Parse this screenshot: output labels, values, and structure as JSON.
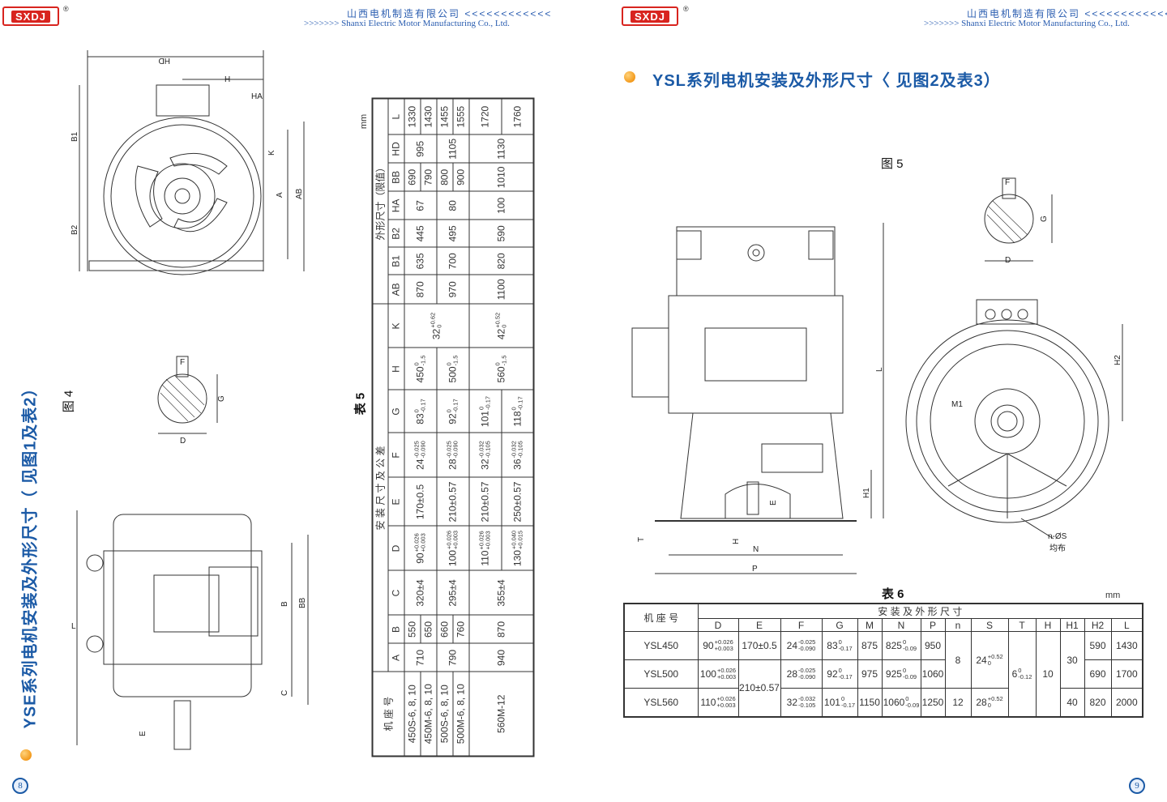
{
  "header": {
    "logo_text": "SXDJ",
    "registered": "®",
    "company_cn": "山西电机制造有限公司 <<<<<<<<<<<<",
    "company_en": ">>>>>>> Shanxi Electric Motor Manufacturing Co., Ltd."
  },
  "left_page": {
    "title": "YSE系列电机安装及外形尺寸（ 见图1及表2）",
    "figure_caption": "图 4",
    "table_caption": "表 5",
    "unit": "mm",
    "page_number": "8",
    "drawing_labels": [
      "HD",
      "H",
      "HA",
      "B1",
      "B2",
      "K",
      "A",
      "AB",
      "F",
      "G",
      "D",
      "L",
      "B",
      "BB",
      "C",
      "E"
    ]
  },
  "table5": {
    "header1": [
      {
        "t": "机 座 号",
        "rs": 2
      },
      {
        "t": "安  装  尺  寸  及  公  差",
        "cs": 9
      },
      {
        "t": "外形尺寸（限值）",
        "cs": 7
      }
    ],
    "header2": [
      "A",
      "B",
      "C",
      "D",
      "E",
      "F",
      "G",
      "H",
      "K",
      "AB",
      "B1",
      "B2",
      "HA",
      "BB",
      "HD",
      "L"
    ],
    "rows": [
      [
        {
          "t": "450S-6, 8, 10"
        },
        {
          "t": "710",
          "rs": 2
        },
        {
          "t": "550"
        },
        {
          "t": "320±4",
          "rs": 2
        },
        {
          "v": "90",
          "u": "+0.026",
          "l": "+0.003",
          "rs": 2
        },
        {
          "t": "170±0.5",
          "rs": 2
        },
        {
          "v": "24",
          "u": "-0.025",
          "l": "-0.090",
          "rs": 2
        },
        {
          "v": "83",
          "u": "0",
          "l": "-0.17",
          "rs": 2
        },
        {
          "v": "450",
          "u": "0",
          "l": "-1.5",
          "rs": 2
        },
        {
          "v": "32",
          "u": "+0.62",
          "l": "0",
          "rs": 4
        },
        {
          "t": "870",
          "rs": 2
        },
        {
          "t": "635",
          "rs": 2
        },
        {
          "t": "445",
          "rs": 2
        },
        {
          "t": "67",
          "rs": 2
        },
        {
          "t": "690"
        },
        {
          "t": "995",
          "rs": 2
        },
        {
          "t": "1330"
        }
      ],
      [
        {
          "t": "450M-6, 8, 10"
        },
        {
          "t": "650"
        },
        {
          "t": "790"
        },
        {
          "t": "1430"
        }
      ],
      [
        {
          "t": "500S-6, 8, 10"
        },
        {
          "t": "790",
          "rs": 2
        },
        {
          "t": "660"
        },
        {
          "t": "295±4",
          "rs": 2
        },
        {
          "v": "100",
          "u": "+0.026",
          "l": "+0.003",
          "rs": 2
        },
        {
          "t": "210±0.57",
          "rs": 2
        },
        {
          "v": "28",
          "u": "-0.025",
          "l": "-0.090",
          "rs": 2
        },
        {
          "v": "92",
          "u": "0",
          "l": "-0.17",
          "rs": 2
        },
        {
          "v": "500",
          "u": "0",
          "l": "-1.5",
          "rs": 2
        },
        {
          "t": "970",
          "rs": 2
        },
        {
          "t": "700",
          "rs": 2
        },
        {
          "t": "495",
          "rs": 2
        },
        {
          "t": "80",
          "rs": 2
        },
        {
          "t": "800"
        },
        {
          "t": "1105",
          "rs": 2
        },
        {
          "t": "1455"
        }
      ],
      [
        {
          "t": "500M-6, 8, 10"
        },
        {
          "t": "760"
        },
        {
          "t": "900"
        },
        {
          "t": "1555"
        }
      ],
      [
        {
          "t": "560M-12",
          "rs": 2
        },
        {
          "t": "940",
          "rs": 2
        },
        {
          "t": "870",
          "rs": 2
        },
        {
          "t": "355±4",
          "rs": 2
        },
        {
          "v": "110",
          "u": "+0.026",
          "l": "+0.003"
        },
        {
          "t": "210±0.57"
        },
        {
          "v": "32",
          "u": "-0.032",
          "l": "-0.105"
        },
        {
          "v": "101",
          "u": "0",
          "l": "-0.17"
        },
        {
          "v": "560",
          "u": "0",
          "l": "-1.5",
          "rs": 2
        },
        {
          "v": "42",
          "u": "+0.52",
          "l": "0",
          "rs": 2
        },
        {
          "t": "1100",
          "rs": 2
        },
        {
          "t": "820",
          "rs": 2
        },
        {
          "t": "590",
          "rs": 2
        },
        {
          "t": "100",
          "rs": 2
        },
        {
          "t": "1010",
          "rs": 2
        },
        {
          "t": "1130",
          "rs": 2
        },
        {
          "t": "1720"
        }
      ],
      [
        {
          "v": "130",
          "u": "+0.040",
          "l": "+0.015"
        },
        {
          "t": "250±0.57"
        },
        {
          "v": "36",
          "u": "-0.032",
          "l": "-0.105"
        },
        {
          "v": "118",
          "u": "0",
          "l": "-0.17"
        },
        {
          "t": "1760"
        }
      ]
    ]
  },
  "right_page": {
    "title": "YSL系列电机安装及外形尺寸〈 见图2及表3）",
    "figure_caption": "图 5",
    "table_caption": "表 6",
    "unit": "mm",
    "page_number": "9",
    "drawing_labels": [
      "F",
      "G",
      "D",
      "L",
      "H1",
      "E",
      "T",
      "H",
      "N",
      "P",
      "H2",
      "M1",
      "n-ØS",
      "均布"
    ]
  },
  "table6": {
    "header1": [
      {
        "t": "机 座 号",
        "rs": 2
      },
      {
        "t": "安    装    及    外    形    尺    寸",
        "cs": 14
      }
    ],
    "header2": [
      "D",
      "E",
      "F",
      "G",
      "M",
      "N",
      "P",
      "n",
      "S",
      "T",
      "H",
      "H1",
      "H2",
      "L"
    ],
    "rows": [
      [
        {
          "t": "YSL450"
        },
        {
          "v": "90",
          "u": "+0.026",
          "l": "+0.003"
        },
        {
          "t": "170±0.5"
        },
        {
          "v": "24",
          "u": "-0.025",
          "l": "-0.090"
        },
        {
          "v": "83",
          "u": "0",
          "l": "-0.17"
        },
        {
          "t": "875"
        },
        {
          "v": "825",
          "u": "0",
          "l": "-0.09"
        },
        {
          "t": "950"
        },
        {
          "t": "8",
          "rs": 2
        },
        {
          "v": "24",
          "u": "+0.52",
          "l": "0",
          "rs": 2
        },
        {
          "v": "6",
          "u": "0",
          "l": "-0.12",
          "rs": 3
        },
        {
          "t": "10",
          "rs": 3
        },
        {
          "t": "30",
          "rs": 2
        },
        {
          "t": "590"
        },
        {
          "t": "1430"
        }
      ],
      [
        {
          "t": "YSL500"
        },
        {
          "v": "100",
          "u": "+0.026",
          "l": "+0.003"
        },
        {
          "t": "210±0.57",
          "rs": 2
        },
        {
          "v": "28",
          "u": "-0.025",
          "l": "-0.090"
        },
        {
          "v": "92",
          "u": "0",
          "l": "-0.17"
        },
        {
          "t": "975"
        },
        {
          "v": "925",
          "u": "0",
          "l": "-0.09"
        },
        {
          "t": "1060"
        },
        {
          "t": "690"
        },
        {
          "t": "1700"
        }
      ],
      [
        {
          "t": "YSL560"
        },
        {
          "v": "110",
          "u": "+0.026",
          "l": "+0.003"
        },
        {
          "v": "32",
          "u": "-0.032",
          "l": "-0.105"
        },
        {
          "v": "101",
          "u": "0",
          "l": "-0.17"
        },
        {
          "t": "1150"
        },
        {
          "v": "1060",
          "u": "0",
          "l": "-0.09"
        },
        {
          "t": "1250"
        },
        {
          "t": "12"
        },
        {
          "v": "28",
          "u": "+0.52",
          "l": "0"
        },
        {
          "t": "40"
        },
        {
          "t": "820"
        },
        {
          "t": "2000"
        }
      ]
    ]
  },
  "colors": {
    "title_blue": "#1b5aa6",
    "header_blue": "#2a5db0",
    "logo_red": "#d8241f",
    "bullet_orange": "#f39a1c"
  }
}
